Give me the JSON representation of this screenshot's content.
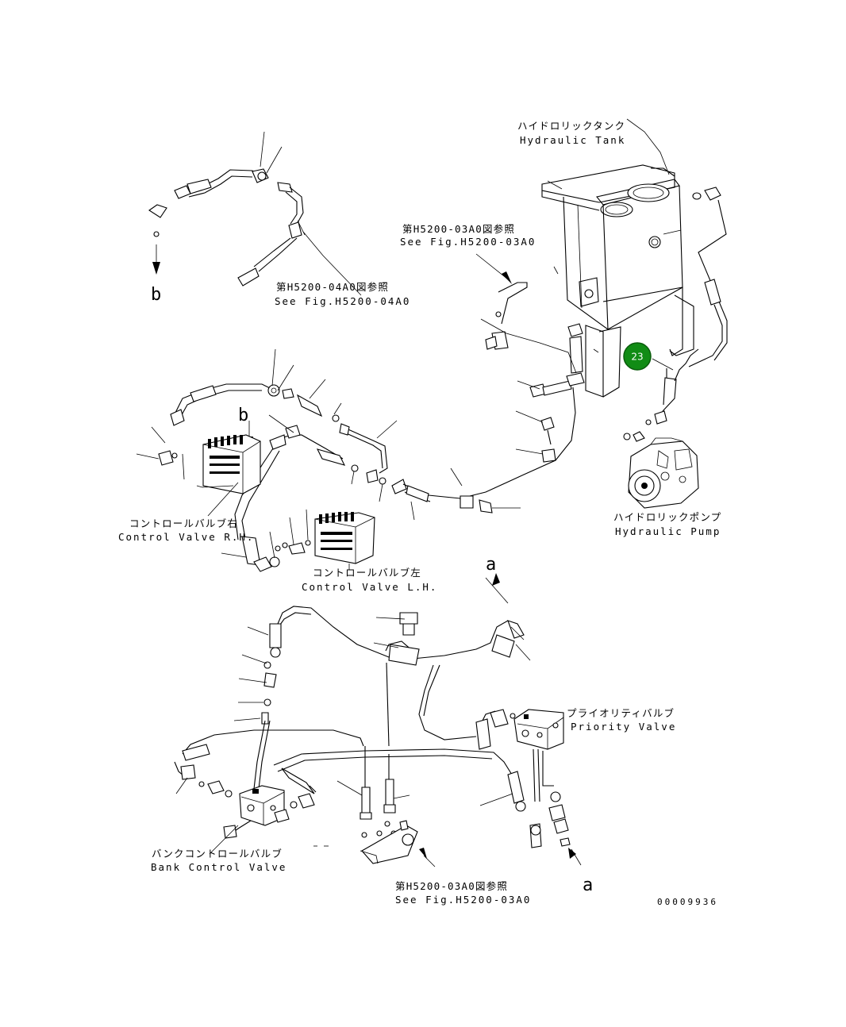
{
  "labels": {
    "hydraulic_tank_jp": "ハイドロリックタンク",
    "hydraulic_tank_en": "Hydraulic Tank",
    "see_fig_03_top_jp": "第H5200-03A0図参照",
    "see_fig_03_top_en": "See Fig.H5200-03A0",
    "see_fig_04_jp": "第H5200-04A0図参照",
    "see_fig_04_en": "See Fig.H5200-04A0",
    "control_valve_rh_jp": "コントロールバルブ右",
    "control_valve_rh_en": "Control Valve R.H.",
    "control_valve_lh_jp": "コントロールバルブ左",
    "control_valve_lh_en": "Control Valve L.H.",
    "hydraulic_pump_jp": "ハイドロリックポンプ",
    "hydraulic_pump_en": "Hydraulic Pump",
    "priority_valve_jp": "プライオリティバルブ",
    "priority_valve_en": "Priority Valve",
    "bank_control_valve_jp": "バンクコントロールバルブ",
    "bank_control_valve_en": "Bank Control Valve",
    "see_fig_03_bottom_jp": "第H5200-03A0図参照",
    "see_fig_03_bottom_en": "See Fig.H5200-03A0",
    "ref_b_top": "b",
    "ref_b_mid": "b",
    "ref_a_top": "a",
    "ref_a_bottom": "a",
    "drawing_number": "00009936"
  },
  "callout": {
    "number": "23",
    "color": "#118c15"
  }
}
